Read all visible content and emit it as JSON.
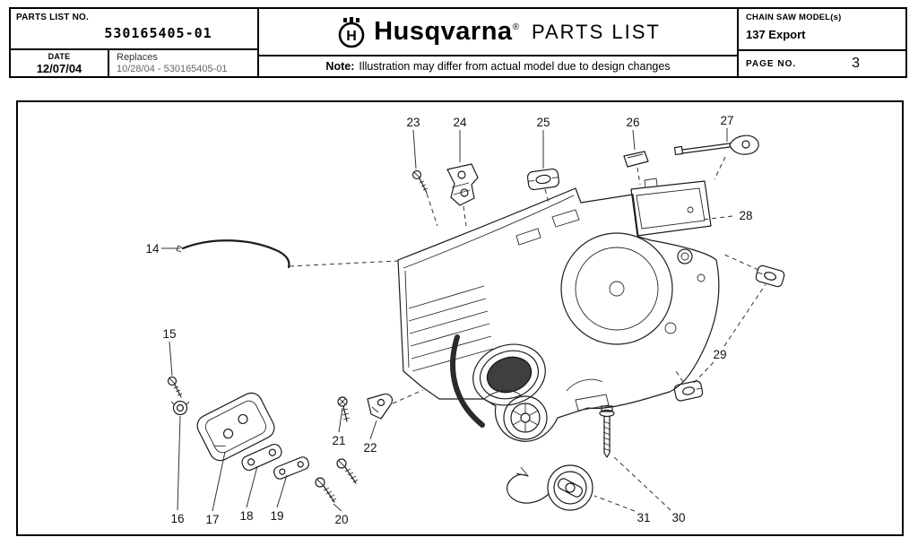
{
  "header": {
    "parts_list_no_label": "PARTS LIST NO.",
    "parts_list_no": "530165405-01",
    "date_label": "DATE",
    "date_value": "12/07/04",
    "replaces_label": "Replaces",
    "replaces_value": "10/28/04 - 530165405-01",
    "brand_name": "Husqvarna",
    "registered_mark": "®",
    "doc_title": "PARTS LIST",
    "note_label": "Note:",
    "note_text": "Illustration may differ from actual model due to design changes",
    "model_label": "CHAIN SAW MODEL(s)",
    "model_value": "137 Export",
    "page_label": "PAGE  NO.",
    "page_value": "3"
  },
  "colors": {
    "ink": "#000000",
    "background": "#ffffff"
  },
  "diagram": {
    "callouts": [
      {
        "label": "14"
      },
      {
        "label": "15"
      },
      {
        "label": "16"
      },
      {
        "label": "17"
      },
      {
        "label": "18"
      },
      {
        "label": "19"
      },
      {
        "label": "20"
      },
      {
        "label": "21"
      },
      {
        "label": "22"
      },
      {
        "label": "23"
      },
      {
        "label": "24"
      },
      {
        "label": "25"
      },
      {
        "label": "26"
      },
      {
        "label": "27"
      },
      {
        "label": "28"
      },
      {
        "label": "29"
      },
      {
        "label": "30"
      },
      {
        "label": "31"
      }
    ]
  }
}
